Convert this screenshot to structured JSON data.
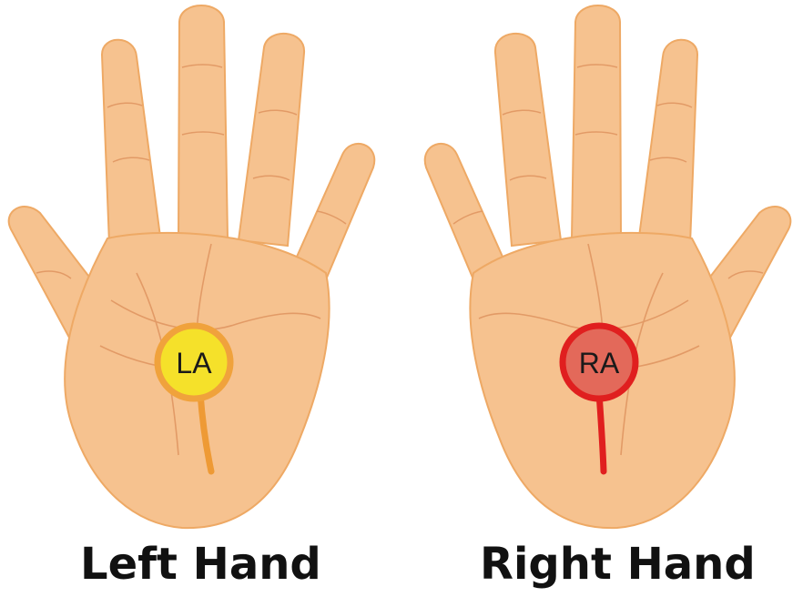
{
  "hands": [
    {
      "caption": "Left Hand",
      "electrode": {
        "label": "LA",
        "fill": "#f5e12a",
        "ring": "#f0a23c",
        "lead": "#ee9a35"
      }
    },
    {
      "caption": "Right Hand",
      "electrode": {
        "label": "RA",
        "fill": "#e3695a",
        "ring": "#e01f1f",
        "lead": "#e01f1f"
      }
    }
  ],
  "colors": {
    "skin": "#f6c28f",
    "skin_shadow": "#eea965",
    "crease": "#e29a66"
  }
}
